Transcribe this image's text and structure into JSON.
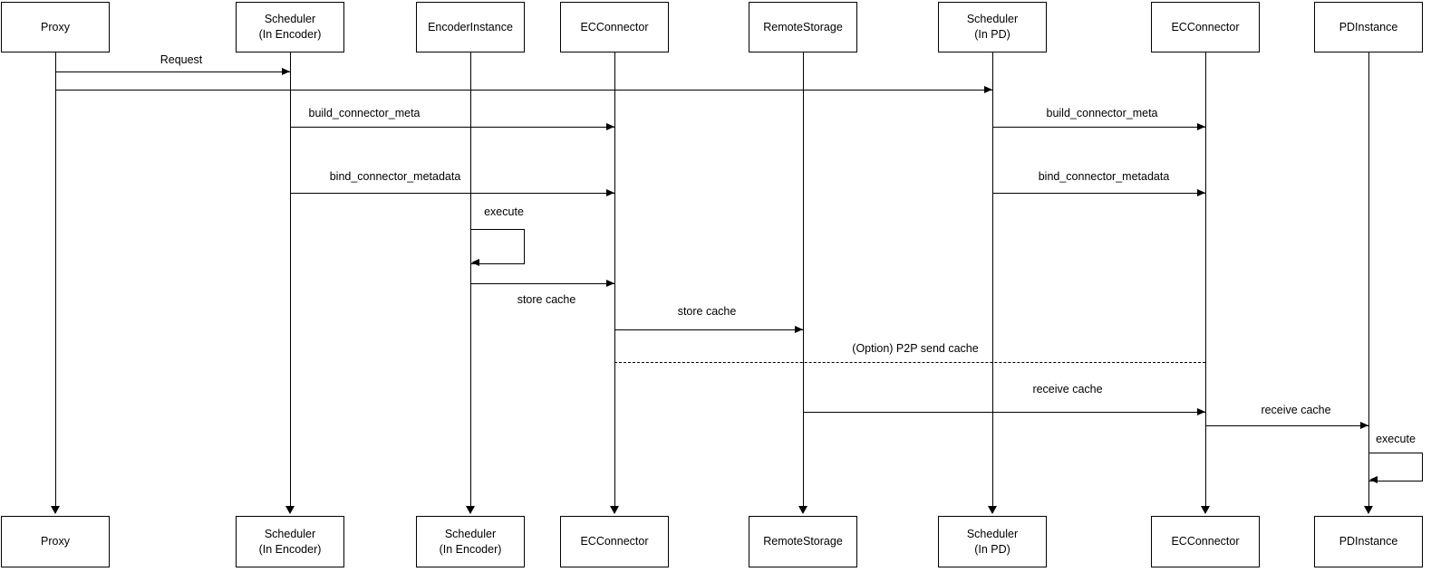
{
  "diagram_type": "sequence",
  "colors": {
    "stroke": "#000000",
    "box_fill": "#ffffff",
    "background": "#ffffff"
  },
  "participants": [
    {
      "name": "Proxy",
      "top_label": "Proxy",
      "bottom_label": "Proxy"
    },
    {
      "name": "Scheduler (In Encoder)",
      "top_label": "Scheduler\n(In Encoder)",
      "bottom_label": "Scheduler\n(In Encoder)"
    },
    {
      "name": "EncoderInstance",
      "top_label": "EncoderInstance",
      "bottom_label": "Scheduler\n(In Encoder)"
    },
    {
      "name": "ECConnector",
      "top_label": "ECConnector",
      "bottom_label": "ECConnector"
    },
    {
      "name": "RemoteStorage",
      "top_label": "RemoteStorage",
      "bottom_label": "RemoteStorage"
    },
    {
      "name": "Scheduler (In PD)",
      "top_label": "Scheduler\n(In PD)",
      "bottom_label": "Scheduler\n(In PD)"
    },
    {
      "name": "ECConnector",
      "top_label": "ECConnector",
      "bottom_label": "ECConnector"
    },
    {
      "name": "PDInstance",
      "top_label": "PDInstance",
      "bottom_label": "PDInstance"
    }
  ],
  "messages": [
    {
      "label": "Request",
      "from": "Proxy",
      "to": "Scheduler (In Encoder)",
      "line": "solid"
    },
    {
      "label": "",
      "from": "Proxy",
      "to": "Scheduler (In PD)",
      "line": "solid"
    },
    {
      "label": "build_connector_meta",
      "from": "Scheduler (In Encoder)",
      "to": "ECConnector",
      "line": "solid"
    },
    {
      "label": "build_connector_meta",
      "from": "Scheduler (In PD)",
      "to": "ECConnector",
      "line": "solid"
    },
    {
      "label": "bind_connector_metadata",
      "from": "Scheduler (In Encoder)",
      "to": "ECConnector",
      "line": "solid"
    },
    {
      "label": "bind_connector_metadata",
      "from": "Scheduler (In PD)",
      "to": "ECConnector",
      "line": "solid"
    },
    {
      "label": "execute",
      "from": "EncoderInstance",
      "to": "EncoderInstance",
      "line": "solid",
      "self": true
    },
    {
      "label": "store cache",
      "from": "EncoderInstance",
      "to": "ECConnector",
      "line": "solid"
    },
    {
      "label": "store cache",
      "from": "ECConnector",
      "to": "RemoteStorage",
      "line": "solid"
    },
    {
      "label": "(Option) P2P send cache",
      "from": "ECConnector",
      "to": "ECConnector",
      "line": "dashed"
    },
    {
      "label": "receive cache",
      "from": "RemoteStorage",
      "to": "ECConnector",
      "line": "solid"
    },
    {
      "label": "receive cache",
      "from": "ECConnector",
      "to": "PDInstance",
      "line": "solid"
    },
    {
      "label": "execute",
      "from": "PDInstance",
      "to": "PDInstance",
      "line": "solid",
      "self": true
    }
  ]
}
